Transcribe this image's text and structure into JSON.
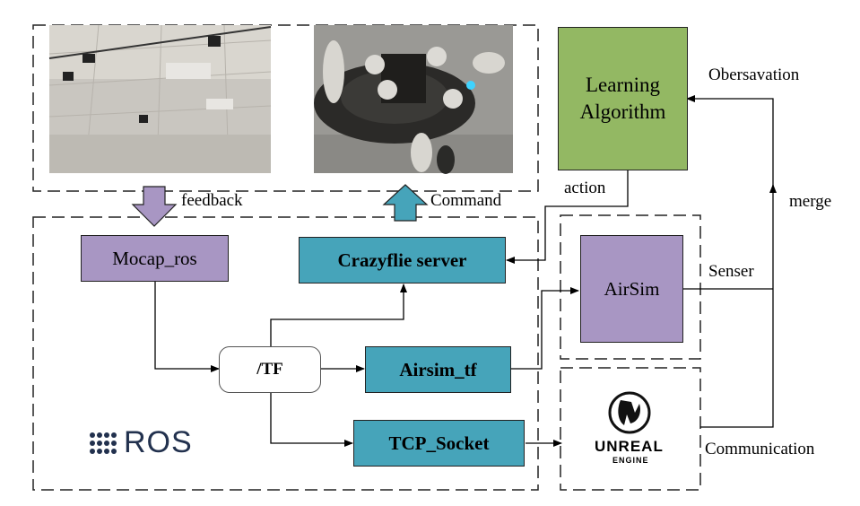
{
  "nodes": {
    "learning_algorithm": "Learning\nAlgorithm",
    "mocap_ros": "Mocap_ros",
    "crazyflie_server": "Crazyflie server",
    "tf": "/TF",
    "airsim_tf": "Airsim_tf",
    "tcp_socket": "TCP_Socket",
    "airsim": "AirSim"
  },
  "labels": {
    "feedback": "feedback",
    "command": "Command",
    "action": "action",
    "obersavation": "Obersavation",
    "merge": "merge",
    "senser": "Senser",
    "communication": "Communication"
  },
  "logos": {
    "ros": "ROS",
    "unreal_line1": "UNREAL",
    "unreal_line2": "ENGINE"
  },
  "colors": {
    "purple": "#a896c3",
    "teal": "#46a4ba",
    "green": "#93b863",
    "photo_arrow_purple": "#a896c3",
    "photo_arrow_teal": "#46a4ba"
  }
}
